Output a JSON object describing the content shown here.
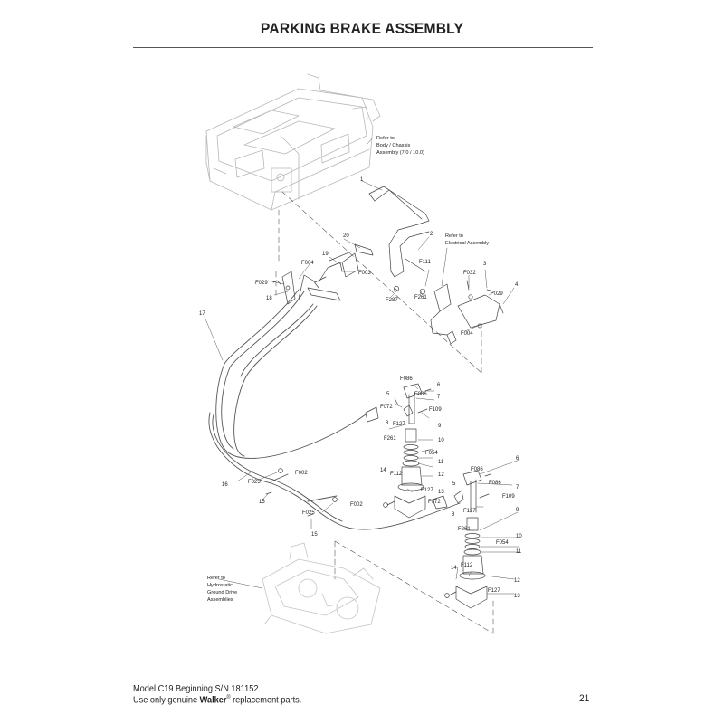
{
  "title": "PARKING BRAKE ASSEMBLY",
  "notes": {
    "body_chassis": [
      "Refer to",
      "Body / Chassis",
      "Assembly (7.0 / 10.0)"
    ],
    "electrical": [
      "Refer to",
      "Electrical Assembly"
    ],
    "hydrostatic": [
      "Refer to",
      "Hydrostatic",
      "Ground Drive",
      "Assemblies"
    ]
  },
  "part_labels": [
    "1",
    "2",
    "20",
    "19",
    "F003",
    "F004",
    "F029",
    "18",
    "F287",
    "F111",
    "F261",
    "F032",
    "3",
    "F029",
    "4",
    "F004",
    "17",
    "F086",
    "6",
    "F086",
    "7",
    "5",
    "F072",
    "F109",
    "8",
    "F127",
    "9",
    "F261",
    "10",
    "F054",
    "11",
    "14",
    "F112",
    "12",
    "F127",
    "13",
    "F002",
    "F025",
    "16",
    "15",
    "F002",
    "F025",
    "15",
    "F086",
    "6",
    "F086",
    "7",
    "5",
    "F109",
    "F072",
    "8",
    "F127",
    "9",
    "F261",
    "10",
    "F054",
    "11",
    "14",
    "F112",
    "12",
    "F127",
    "13"
  ],
  "footer": {
    "line1": "Model C19 Beginning S/N 181152",
    "line2_prefix": "Use only genuine ",
    "brand": "Walker",
    "reg": "®",
    "line2_suffix": " replacement parts.",
    "page_number": "21"
  }
}
